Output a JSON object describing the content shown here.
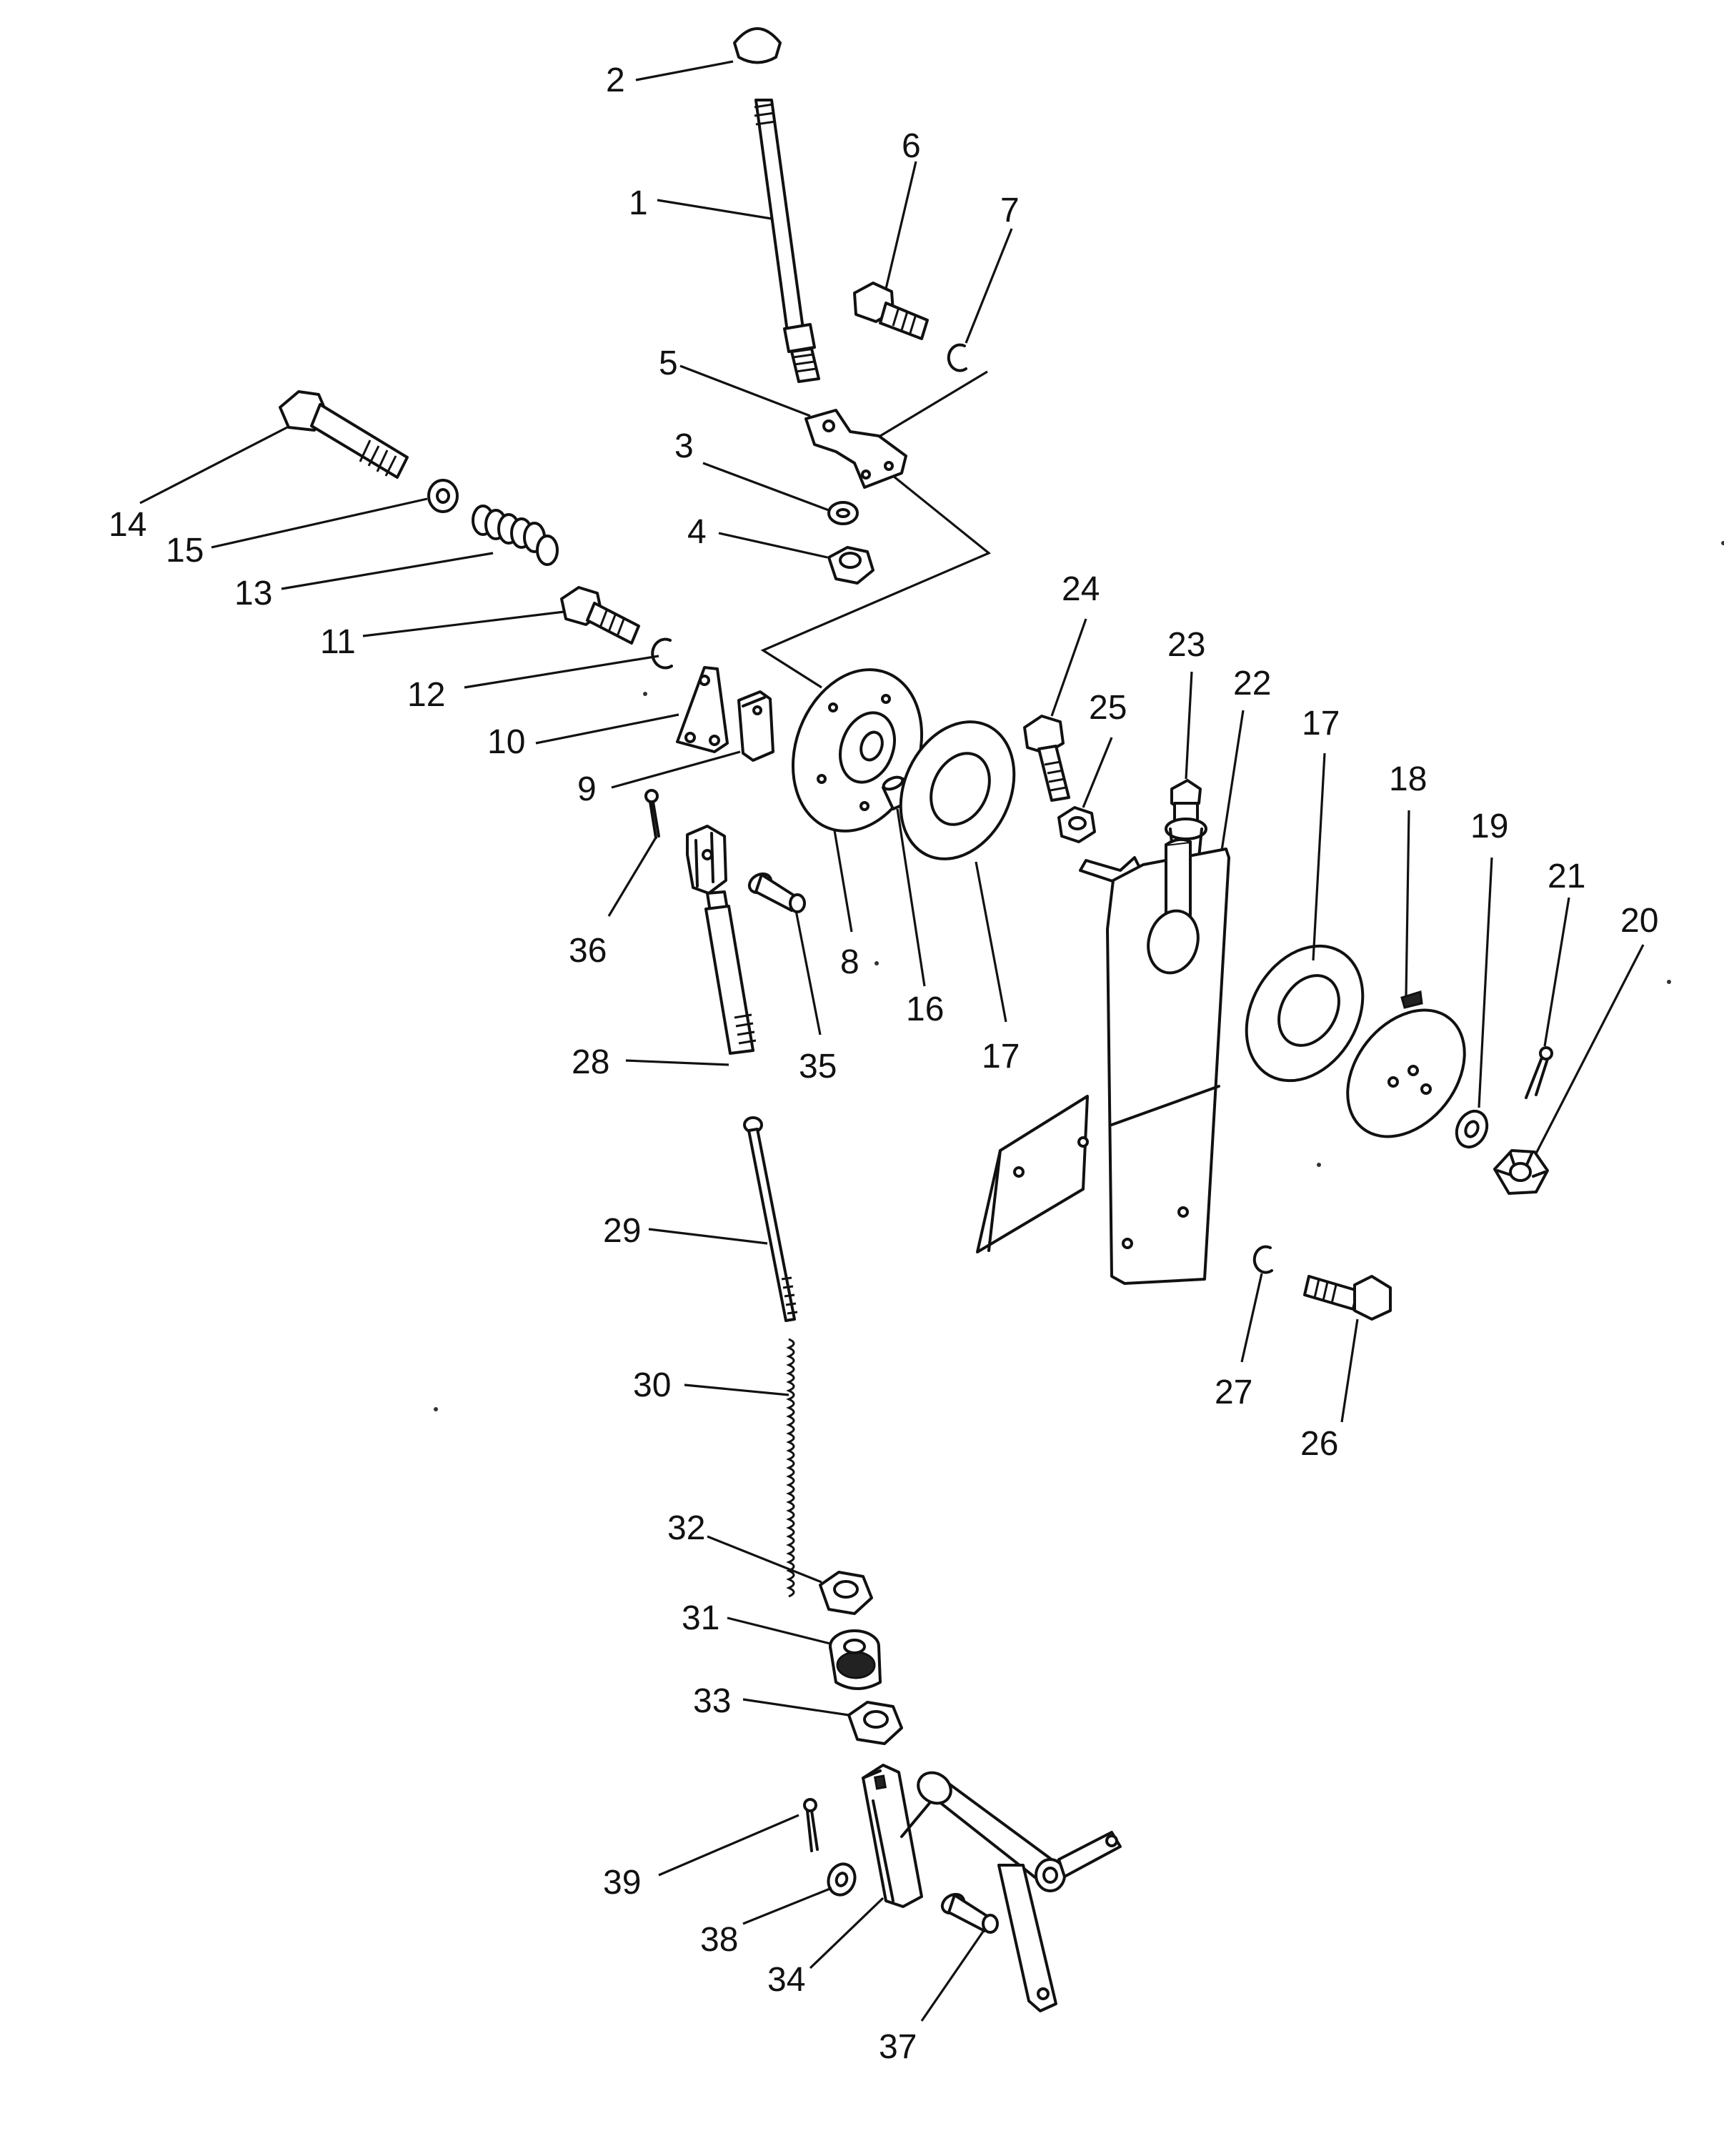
{
  "callouts": [
    {
      "id": "2",
      "text": "2"
    },
    {
      "id": "1",
      "text": "1"
    },
    {
      "id": "6",
      "text": "6"
    },
    {
      "id": "7",
      "text": "7"
    },
    {
      "id": "5",
      "text": "5"
    },
    {
      "id": "3",
      "text": "3"
    },
    {
      "id": "4",
      "text": "4"
    },
    {
      "id": "14",
      "text": "14"
    },
    {
      "id": "15",
      "text": "15"
    },
    {
      "id": "13",
      "text": "13"
    },
    {
      "id": "11",
      "text": "11"
    },
    {
      "id": "12",
      "text": "12"
    },
    {
      "id": "10",
      "text": "10"
    },
    {
      "id": "9",
      "text": "9"
    },
    {
      "id": "36",
      "text": "36"
    },
    {
      "id": "35",
      "text": "35"
    },
    {
      "id": "8",
      "text": "8"
    },
    {
      "id": "16",
      "text": "16"
    },
    {
      "id": "17a",
      "text": "17"
    },
    {
      "id": "28",
      "text": "28"
    },
    {
      "id": "24",
      "text": "24"
    },
    {
      "id": "25",
      "text": "25"
    },
    {
      "id": "23",
      "text": "23"
    },
    {
      "id": "22",
      "text": "22"
    },
    {
      "id": "17b",
      "text": "17"
    },
    {
      "id": "18",
      "text": "18"
    },
    {
      "id": "19",
      "text": "19"
    },
    {
      "id": "21",
      "text": "21"
    },
    {
      "id": "20",
      "text": "20"
    },
    {
      "id": "29",
      "text": "29"
    },
    {
      "id": "27",
      "text": "27"
    },
    {
      "id": "26",
      "text": "26"
    },
    {
      "id": "30",
      "text": "30"
    },
    {
      "id": "32",
      "text": "32"
    },
    {
      "id": "31",
      "text": "31"
    },
    {
      "id": "33",
      "text": "33"
    },
    {
      "id": "39",
      "text": "39"
    },
    {
      "id": "38",
      "text": "38"
    },
    {
      "id": "34",
      "text": "34"
    },
    {
      "id": "37",
      "text": "37"
    }
  ]
}
